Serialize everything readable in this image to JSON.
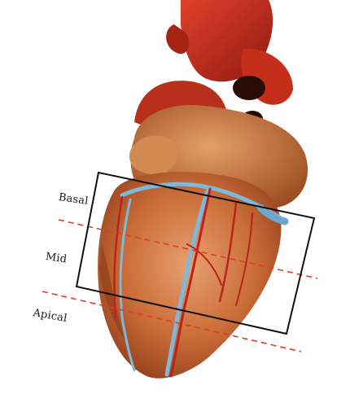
{
  "labels": {
    "basal": "Basal",
    "mid": "Mid",
    "apical": "Apical"
  },
  "colors": {
    "myocardium": "#c9743d",
    "myocardium_dark": "#9e4a22",
    "vessel_red": "#b8241a",
    "vessel_blue": "#7fb8d8",
    "divider": "#e23a2a",
    "frame": "#111111"
  }
}
